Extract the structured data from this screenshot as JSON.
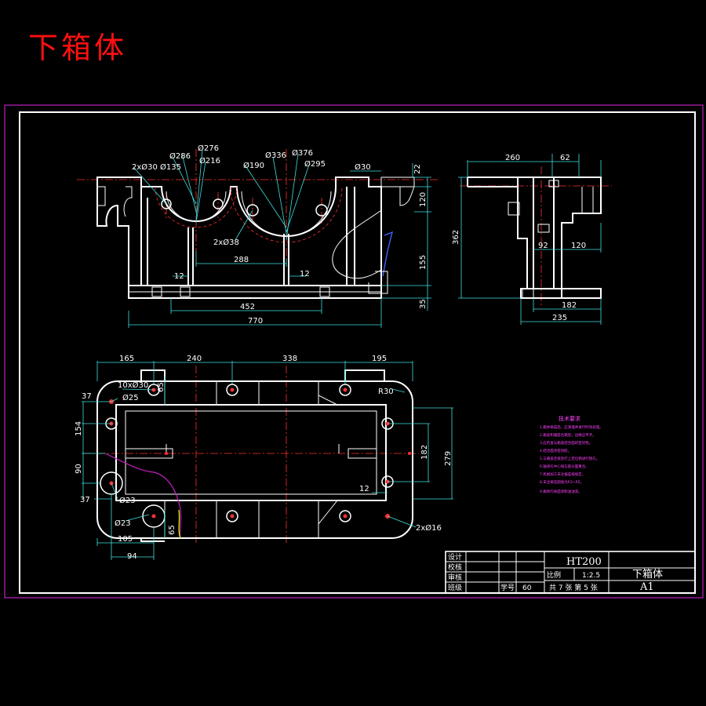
{
  "title": "下箱体",
  "colors": {
    "title": "#ff1010",
    "frame_outer": "#c020c0",
    "geometry": "#ffffff",
    "dimension": "#40e0e0",
    "centerline": "#ff3030",
    "notes": "#ff40ff"
  },
  "front_view": {
    "diameters": [
      "2xØ30",
      "Ø135",
      "Ø286",
      "Ø276",
      "Ø216",
      "Ø190",
      "Ø336",
      "Ø376",
      "Ø295",
      "Ø30",
      "2xØ38"
    ],
    "dims": {
      "top_22": "22",
      "d_120": "120",
      "d_155": "155",
      "d_35": "35",
      "d_288": "288",
      "d_12a": "12",
      "d_12b": "12",
      "d_452": "452",
      "d_770": "770"
    }
  },
  "side_view": {
    "dims": {
      "d_260": "260",
      "d_62": "62",
      "d_362": "362",
      "d_92": "92",
      "d_120": "120",
      "d_182": "182",
      "d_235": "235"
    }
  },
  "top_view": {
    "dims": {
      "d_165": "165",
      "d_240": "240",
      "d_338": "338",
      "d_195": "195",
      "d_37a": "37",
      "d_154": "154",
      "d_90": "90",
      "d_37b": "37",
      "d_105": "105",
      "d_94": "94",
      "d_279": "279",
      "d_182": "182",
      "d_12": "12",
      "d_65a": "65",
      "d_65b": "65"
    },
    "labels": {
      "bolt": "10xØ30",
      "d25": "Ø25",
      "d23a": "Ø23",
      "d23b": "Ø23",
      "r30": "R30",
      "d16": "2xØ16"
    }
  },
  "tech_notes": {
    "heading": "技术要求",
    "lines": [
      "1.箱体铸成后，应清理并进行时效处理。",
      "2.箱盖和箱座合箱后，边缘应平齐。",
      "3.应检查与箱盖结合面的密封性。",
      "4.结合面涂密封胶。",
      "5.与箱盖连接后打上定位销进行镗孔。",
      "6.轴承孔中心线与剖分面重合。",
      "7.机械加工未注偏差按规定。",
      "8.未注铸造圆角为R3~R5。",
      "9.箱体内表面涂耐油油漆。"
    ]
  },
  "title_block": {
    "material": "HT200",
    "part_name": "下箱体",
    "scale_label": "比例",
    "scale_value": "1:2.5",
    "sheet_info": "共 7 张  第 5 张",
    "sheet_size": "A1",
    "row_design": "设计",
    "row_check": "校核",
    "row_review": "审核",
    "row_class": "班级",
    "row_no_label": "学号",
    "row_no_value": "60"
  }
}
